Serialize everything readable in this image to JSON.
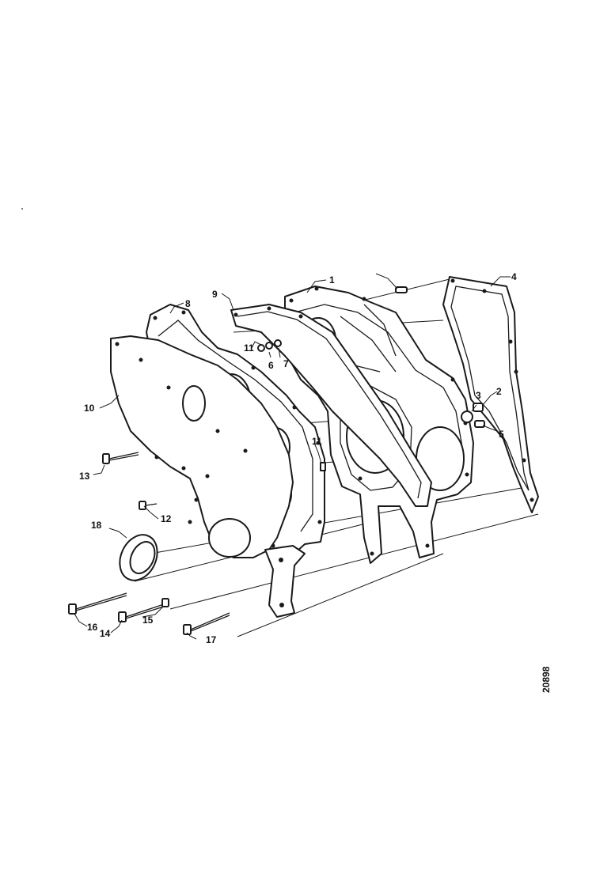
{
  "diagram": {
    "reference_code": "20898",
    "callouts": [
      "1",
      "2",
      "3",
      "4",
      "5",
      "6",
      "7",
      "8",
      "9",
      "10",
      "11",
      "11",
      "12",
      "13",
      "14",
      "15",
      "16",
      "17",
      "18"
    ]
  }
}
